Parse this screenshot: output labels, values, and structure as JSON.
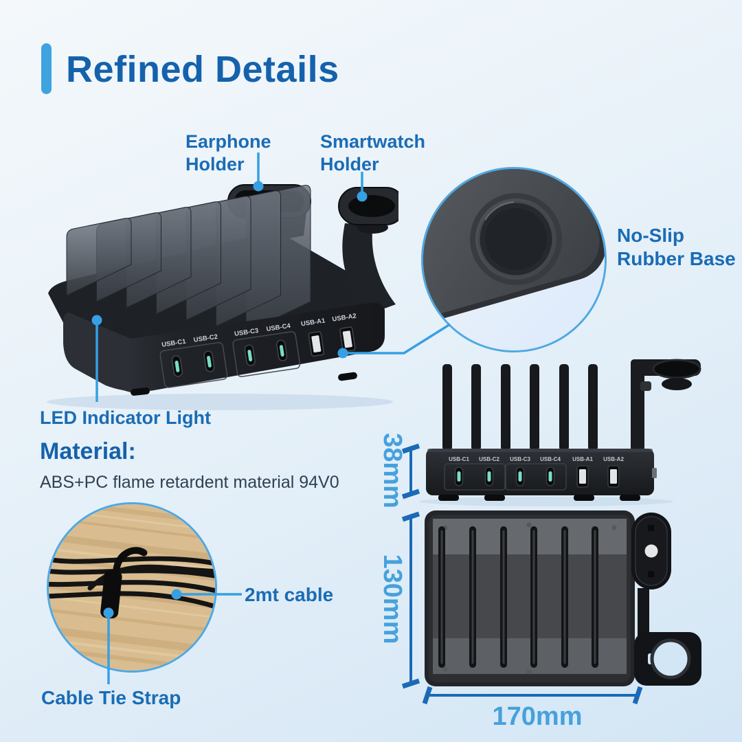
{
  "title": "Refined Details",
  "callouts": {
    "earphone": "Earphone Holder",
    "smartwatch": "Smartwatch Holder",
    "rubber_base": "No-Slip Rubber Base",
    "led": "LED Indicator Light",
    "cable": "2mt cable",
    "cable_tie": "Cable Tie Strap"
  },
  "material": {
    "heading": "Material:",
    "description": "ABS+PC flame retardent material 94V0"
  },
  "ports": [
    "USB-C1",
    "USB-C2",
    "USB-C3",
    "USB-C4",
    "USB-A1",
    "USB-A2"
  ],
  "dimensions": {
    "height": "38mm",
    "depth": "130mm",
    "width": "170mm"
  },
  "colors": {
    "accent_bar": "#3fa3e0",
    "title_blue": "#1562ac",
    "label_blue": "#1a6cb5",
    "dimension_text_blue": "#46a1dc",
    "dimension_line_blue": "#1a6ab6",
    "leader_line_blue": "#36a0e3",
    "body_text": "#2f4156",
    "usb_c_teal": "#79dccb"
  }
}
